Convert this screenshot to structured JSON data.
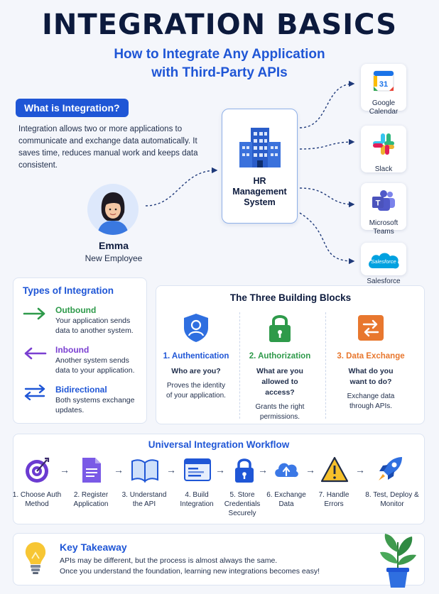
{
  "header": {
    "title": "INTEGRATION BASICS",
    "subtitle_line1": "How to Integrate Any Application",
    "subtitle_line2": "with Third-Party APIs"
  },
  "what_is": {
    "heading": "What is Integration?",
    "text": "Integration allows two or more applications to communicate and exchange data automatically. It saves time, reduces manual work and keeps data consistent."
  },
  "person": {
    "name": "Emma",
    "role": "New Employee"
  },
  "hr_system": {
    "line1": "HR",
    "line2": "Management",
    "line3": "System"
  },
  "apps": [
    {
      "label_line1": "Google",
      "label_line2": "Calendar",
      "icon": "google-calendar-icon"
    },
    {
      "label_line1": "Slack",
      "label_line2": "",
      "icon": "slack-icon"
    },
    {
      "label_line1": "Microsoft",
      "label_line2": "Teams",
      "icon": "microsoft-teams-icon"
    },
    {
      "label_line1": "Salesforce",
      "label_line2": "",
      "icon": "salesforce-icon",
      "logo_text": "Salesforce"
    }
  ],
  "types": {
    "title": "Types of Integration",
    "items": [
      {
        "name": "Outbound",
        "desc": "Your application sends data to another system.",
        "color": "#2e9a4a"
      },
      {
        "name": "Inbound",
        "desc": "Another system sends data to your application.",
        "color": "#7a3fd1"
      },
      {
        "name": "Bidirectional",
        "desc": "Both systems exchange updates.",
        "color": "#1f56d6"
      }
    ]
  },
  "blocks": {
    "title": "The Three Building Blocks",
    "items": [
      {
        "name": "1. Authentication",
        "question": "Who are you?",
        "desc": "Proves the identity of your application.",
        "color": "#1f56d6"
      },
      {
        "name": "2. Authorization",
        "question": "What are you allowed to access?",
        "desc": "Grants the right permissions.",
        "color": "#2e9a4a"
      },
      {
        "name": "3. Data Exchange",
        "question": "What do you want to do?",
        "desc": "Exchange data through APIs.",
        "color": "#e8772e"
      }
    ]
  },
  "workflow": {
    "title": "Universal Integration Workflow",
    "steps": [
      {
        "label": "1. Choose Auth Method",
        "icon": "target-icon"
      },
      {
        "label": "2. Register Application",
        "icon": "document-icon"
      },
      {
        "label": "3. Understand the API",
        "icon": "book-icon"
      },
      {
        "label": "4. Build Integration",
        "icon": "code-window-icon"
      },
      {
        "label": "5. Store Credentials Securely",
        "icon": "lock-icon"
      },
      {
        "label": "6. Exchange Data",
        "icon": "cloud-sync-icon"
      },
      {
        "label": "7. Handle Errors",
        "icon": "warning-icon"
      },
      {
        "label": "8. Test, Deploy & Monitor",
        "icon": "rocket-icon"
      }
    ]
  },
  "takeaway": {
    "title": "Key Takeaway",
    "line1": "APIs may be different, but the process is almost always the same.",
    "line2": "Once you understand the foundation, learning new integrations becomes easy!"
  },
  "colors": {
    "primary": "#1f56d6",
    "dark": "#0c1a3d",
    "green": "#2e9a4a",
    "purple": "#7a3fd1",
    "orange": "#e8772e"
  }
}
